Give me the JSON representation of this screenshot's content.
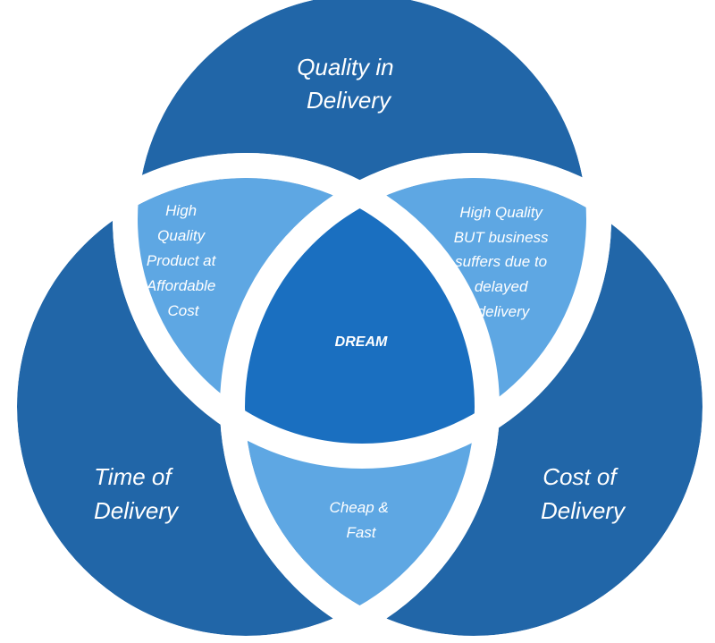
{
  "colors": {
    "background": "#ffffff",
    "circle": "#2166a8",
    "pairwise": "#5ea7e3",
    "center": "#1a6fc0",
    "text": "#ffffff"
  },
  "diagram": {
    "type": "venn-3",
    "circles": [
      {
        "id": "quality",
        "lines": [
          "Quality in",
          "Delivery"
        ]
      },
      {
        "id": "time",
        "lines": [
          "Time of",
          "Delivery"
        ]
      },
      {
        "id": "cost",
        "lines": [
          "Cost of",
          "Delivery"
        ]
      }
    ],
    "intersections": [
      {
        "id": "quality-time",
        "lines": [
          "High",
          "Quality",
          "Product at",
          "Affordable",
          "Cost"
        ]
      },
      {
        "id": "quality-cost",
        "lines": [
          "High Quality",
          "BUT business",
          "suffers due to",
          "delayed",
          "delivery"
        ]
      },
      {
        "id": "time-cost",
        "lines": [
          "Cheap &",
          "Fast"
        ]
      },
      {
        "id": "center",
        "lines": [
          "DREAM"
        ]
      }
    ]
  }
}
